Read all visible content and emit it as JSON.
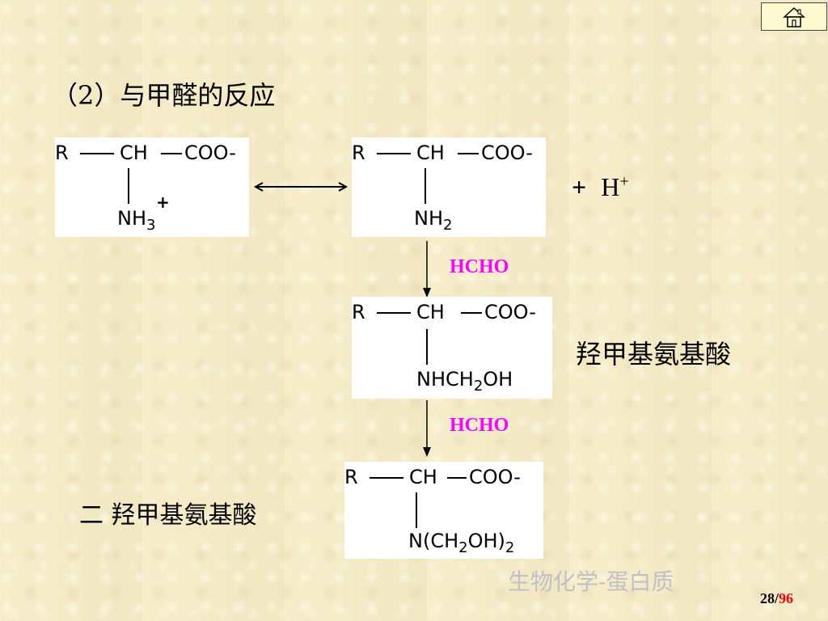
{
  "title": "（2）与甲醛的反应",
  "structures": {
    "s1": {
      "r": "R",
      "ch": "CH",
      "coo": "COO-",
      "n_main": "NH",
      "n_sub": "3",
      "n_sup": "+"
    },
    "s2": {
      "r": "R",
      "ch": "CH",
      "coo": "COO-",
      "n_main": "NH",
      "n_sub": "2"
    },
    "s3": {
      "r": "R",
      "ch": "CH",
      "coo": "COO-",
      "n_main": "NHCH",
      "n_sub": "2",
      "n_tail": "OH"
    },
    "s4": {
      "r": "R",
      "ch": "CH",
      "coo": "COO-",
      "n_main": "N(CH",
      "n_sub": "2",
      "n_tail": "OH)",
      "n_sub2": "2"
    }
  },
  "plus_h": {
    "plus": "+",
    "h": "H",
    "sup": "+"
  },
  "reagent_1": "HCHO",
  "reagent_2": "HCHO",
  "label_hydroxymethyl": "羟甲基氨基酸",
  "label_dihydroxymethyl": "二 羟甲基氨基酸",
  "footer_text": "生物化学-蛋白质",
  "page": {
    "current": "28/",
    "total": "96"
  },
  "colors": {
    "reagent": "#ff00ff",
    "page_total": "#ff0000",
    "footer": "#c0c0c8",
    "background": "#f6ecc6"
  },
  "icons": {
    "home": "home-icon"
  }
}
